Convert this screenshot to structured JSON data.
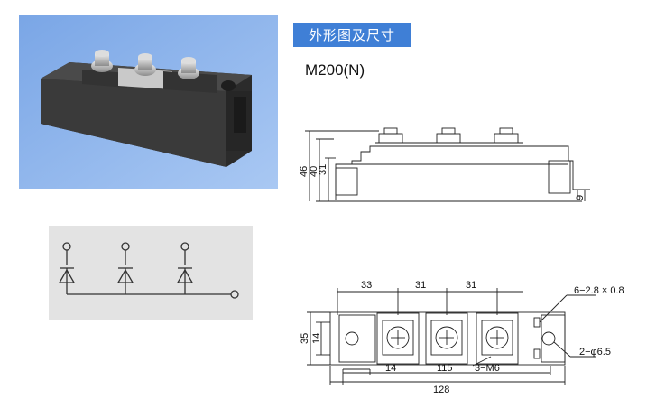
{
  "header": {
    "section_title": "外形图及尺寸",
    "model": "M200(N)"
  },
  "side_view": {
    "dims": [
      "46",
      "40",
      "31",
      "9"
    ]
  },
  "top_view": {
    "dims": {
      "pitch_1": "33",
      "pitch_2": "31",
      "pitch_3": "31",
      "height_outer": "35",
      "height_inner": "14",
      "bottom_small": "14",
      "bottom_mid": "115",
      "bottom_total": "128",
      "terminal": "3−M6",
      "slot": "6−2.8 × 0.8",
      "hole": "2−φ6.5"
    }
  },
  "colors": {
    "badge": "#3f7fd6",
    "photo_bg": "#8fb6ee",
    "schematic_bg": "#e3e3e3"
  }
}
